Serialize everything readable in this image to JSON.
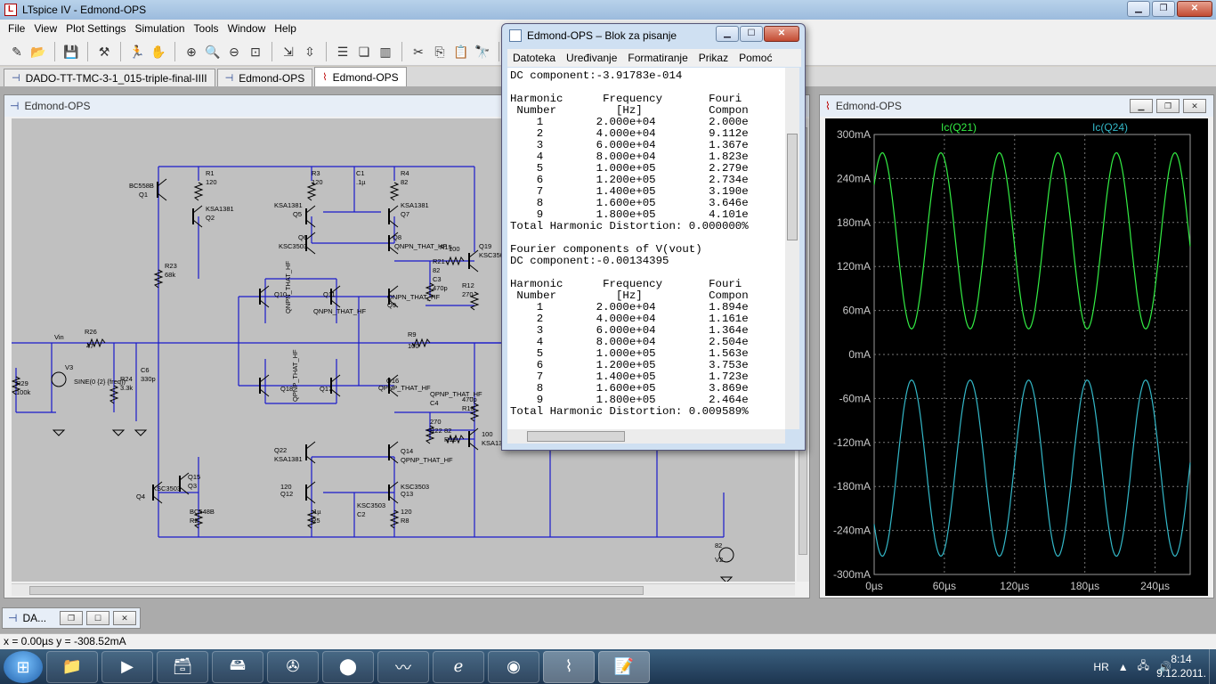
{
  "app": {
    "title": "LTspice IV - Edmond-OPS"
  },
  "menu": [
    "File",
    "View",
    "Plot Settings",
    "Simulation",
    "Tools",
    "Window",
    "Help"
  ],
  "tabs": [
    {
      "label": "DADO-TT-TMC-3-1_015-triple-final-IIII"
    },
    {
      "label": "Edmond-OPS"
    },
    {
      "label": "Edmond-OPS"
    }
  ],
  "schematic": {
    "title": "Edmond-OPS",
    "labels": [
      "BC558B",
      "Q1",
      "R1",
      "120",
      "KSA1381",
      "Q2",
      "R23",
      "68k",
      "R3",
      "120",
      "C1",
      ".1µ",
      "R4",
      "82",
      "KSA1381",
      "Q5",
      "KSA1381",
      "Q7",
      "Q6",
      "KSC3503",
      "Q8",
      "QNPN_THAT_HF",
      "R15",
      "100",
      "Q19",
      "KSC3503",
      "R21",
      "82",
      "C3",
      "470p",
      "R12",
      "270",
      "Q10",
      "QNPN_THAT_HF",
      "QNPN_THAT_HF",
      "Q11",
      "Q9",
      "QNPN_THAT_HF",
      "Vin",
      "R26",
      "47",
      "R9",
      "100",
      "R29",
      "100k",
      "V3",
      "SINE(0 {2} {freq})",
      "R24",
      "3.3k",
      "C6",
      "330p",
      "QPNP_THAT_HF",
      "Q18",
      "Q17",
      "QPNP_THAT_HF",
      "Q16",
      "QPNP_THAT_HF",
      "C4",
      "470p",
      "R13",
      "270",
      "R22",
      "82",
      "R16",
      "100",
      "KSA1381",
      "Q22",
      "KSA1381",
      "Q14",
      "QPNP_THAT_HF",
      "Q15",
      "Q3",
      "KSC3503",
      "Q4",
      "BC548B",
      "R2",
      "120",
      "Q12",
      "KSC3503",
      "Q13",
      "KSC3503",
      "C2",
      ".1µ",
      "R5",
      "120",
      "R8",
      "82",
      "V2",
      "35"
    ]
  },
  "plot": {
    "title": "Edmond-OPS",
    "trace1_label": "Ic(Q21)",
    "trace2_label": "Ic(Q24)",
    "trace1_color": "#33ee44",
    "trace2_color": "#33b8c8"
  },
  "chart_data": {
    "type": "line",
    "ylim": [
      -300,
      300
    ],
    "yticks": [
      "300mA",
      "240mA",
      "180mA",
      "120mA",
      "60mA",
      "0mA",
      "-60mA",
      "-120mA",
      "-180mA",
      "-240mA",
      "-300mA"
    ],
    "xlim": [
      0,
      270
    ],
    "xticks": [
      "0µs",
      "60µs",
      "120µs",
      "180µs",
      "240µs"
    ],
    "xtick_values": [
      0,
      60,
      120,
      180,
      240
    ],
    "grid": true,
    "series": [
      {
        "name": "Ic(Q21)",
        "offset": 155,
        "amplitude": 120,
        "period_us": 50,
        "phase_peak_us": 7
      },
      {
        "name": "Ic(Q24)",
        "offset": -155,
        "amplitude": 120,
        "period_us": 50,
        "phase_peak_us": 32
      }
    ]
  },
  "notepad": {
    "title": "Edmond-OPS – Blok za pisanje",
    "menu": [
      "Datoteka",
      "Uređivanje",
      "Formatiranje",
      "Prikaz",
      "Pomoć"
    ],
    "lines": [
      "DC component:-3.91783e-014",
      "",
      "Harmonic      Frequency       Fouri",
      " Number         [Hz]          Compon",
      "    1        2.000e+04        2.000e",
      "    2        4.000e+04        9.112e",
      "    3        6.000e+04        1.367e",
      "    4        8.000e+04        1.823e",
      "    5        1.000e+05        2.279e",
      "    6        1.200e+05        2.734e",
      "    7        1.400e+05        3.190e",
      "    8        1.600e+05        3.646e",
      "    9        1.800e+05        4.101e",
      "Total Harmonic Distortion: 0.000000%",
      "",
      "Fourier components of V(vout)",
      "DC component:-0.00134395",
      "",
      "Harmonic      Frequency       Fouri",
      " Number         [Hz]          Compon",
      "    1        2.000e+04        1.894e",
      "    2        4.000e+04        1.161e",
      "    3        6.000e+04        1.364e",
      "    4        8.000e+04        2.504e",
      "    5        1.000e+05        1.563e",
      "    6        1.200e+05        3.753e",
      "    7        1.400e+05        1.723e",
      "    8        1.600e+05        3.869e",
      "    9        1.800e+05        2.464e",
      "Total Harmonic Distortion: 0.009589%"
    ]
  },
  "minimized": {
    "title": "DA..."
  },
  "status": {
    "text": "x = 0.00µs   y = -308.52mA"
  },
  "taskbar": {
    "lang": "HR",
    "time": "8:14",
    "date": "9.12.2011."
  }
}
